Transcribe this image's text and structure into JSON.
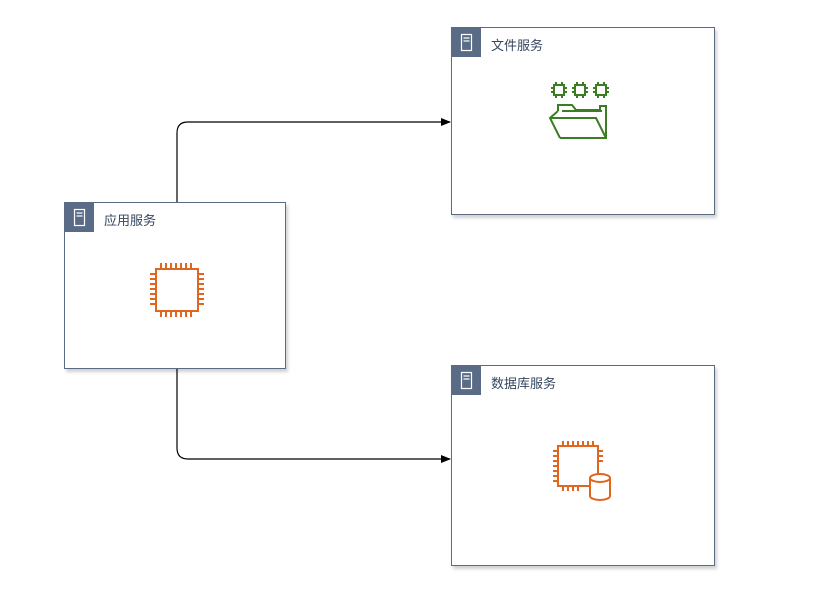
{
  "nodes": {
    "app_service": {
      "label": "应用服务"
    },
    "file_service": {
      "label": "文件服务"
    },
    "db_service": {
      "label": "数据库服务"
    }
  },
  "colors": {
    "frame": "#5a6b86",
    "label": "#35465f",
    "compute_icon": "#e0661d",
    "file_icon": "#3a7d22",
    "connector": "#000000"
  },
  "icons": {
    "app_service": "ec2-instance-icon",
    "file_service": "file-system-icon",
    "db_service": "db-instance-icon",
    "frame_tag": "server-icon"
  }
}
